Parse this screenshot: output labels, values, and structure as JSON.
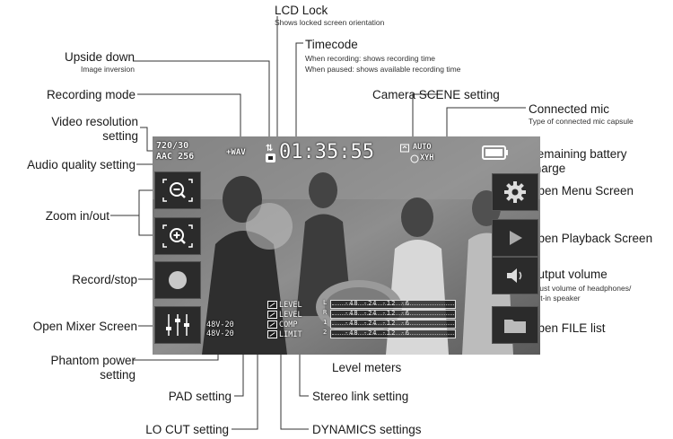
{
  "labels": {
    "lcd_lock": "LCD Lock",
    "lcd_lock_sub": "Shows locked screen orientation",
    "timecode": "Timecode",
    "timecode_sub1": "When recording: shows recording time",
    "timecode_sub2": "When paused: shows available recording time",
    "upside_down": "Upside down",
    "upside_down_sub": "Image inversion",
    "recording_mode": "Recording mode",
    "video_resolution_1": "Video resolution",
    "video_resolution_2": "setting",
    "audio_quality": "Audio quality setting",
    "camera_scene": "Camera SCENE setting",
    "connected_mic": "Connected mic",
    "connected_mic_sub": "Type of connected mic capsule",
    "remaining_battery_1": "Remaining battery",
    "remaining_battery_2": "charge",
    "zoom": "Zoom in/out",
    "open_menu": "Open Menu Screen",
    "open_playback": "Open Playback Screen",
    "record_stop": "Record/stop",
    "output_volume": "Output volume",
    "output_volume_sub1": "Adjust volume of headphones/",
    "output_volume_sub2": "built-in speaker",
    "open_mixer": "Open Mixer Screen",
    "open_file_list": "Open FILE list",
    "phantom_power_1": "Phantom power",
    "phantom_power_2": "setting",
    "level_meters": "Level meters",
    "pad_setting": "PAD setting",
    "stereo_link": "Stereo link setting",
    "lo_cut": "LO CUT setting",
    "dynamics": "DYNAMICS settings"
  },
  "screen": {
    "resolution": "720/30",
    "audio_quality": "AAC 256",
    "recording_mode": "+WAV",
    "timecode": "01:35:55",
    "scene_value": "AUTO",
    "mic_capsule": "XYH",
    "phantom_1": "48V-20",
    "phantom_2": "48V-20",
    "mixer_rows": [
      "LEVEL",
      "LEVEL",
      "COMP",
      "LIMIT"
    ],
    "meter_channels": [
      "L",
      "R",
      "1",
      "2"
    ],
    "meter_ticks": "-48  -24  -12   -6"
  },
  "icons": {
    "zoom_out": "zoom-out-icon",
    "zoom_in": "zoom-in-icon",
    "record": "record-icon",
    "mixer": "mixer-icon",
    "menu": "gear-icon",
    "playback": "play-icon",
    "volume": "speaker-icon",
    "file": "folder-icon",
    "battery": "battery-icon",
    "lock": "lcd-lock-icon",
    "upside": "upside-down-icon",
    "camera": "camera-scene-icon"
  }
}
